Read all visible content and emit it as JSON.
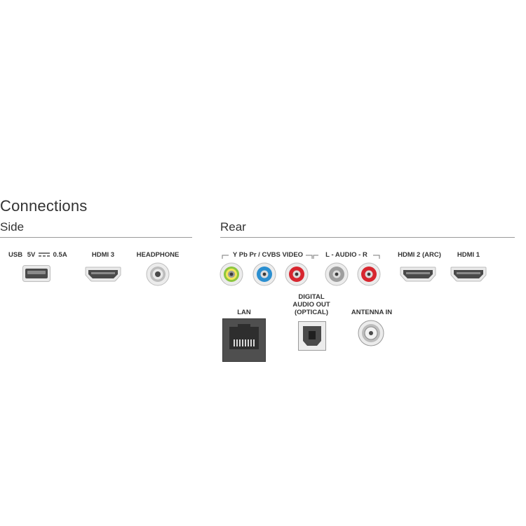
{
  "heading": "Connections",
  "side": {
    "title": "Side",
    "usb_label": "USB",
    "usb_voltage": "5V",
    "usb_current": "0.5A",
    "hdmi3_label": "HDMI 3",
    "headphone_label": "HEADPHONE"
  },
  "rear": {
    "title": "Rear",
    "video_group_label": "Y Pb Pr / CVBS VIDEO",
    "audio_group_label": "L - AUDIO - R",
    "hdmi2_label": "HDMI 2 (ARC)",
    "hdmi1_label": "HDMI 1",
    "lan_label": "LAN",
    "optical_label_line1": "DIGITAL",
    "optical_label_line2": "AUDIO OUT",
    "optical_label_line3": "(OPTICAL)",
    "antenna_label": "ANTENNA IN"
  },
  "colors": {
    "rca_y": "#8cc63f",
    "rca_pb": "#2b8fd0",
    "rca_pr": "#d7262f",
    "rca_audio_l": "#9e9e9e",
    "rca_audio_r": "#d7262f",
    "port_dark": "#4a4a4a",
    "rule": "#9a9a9a"
  }
}
